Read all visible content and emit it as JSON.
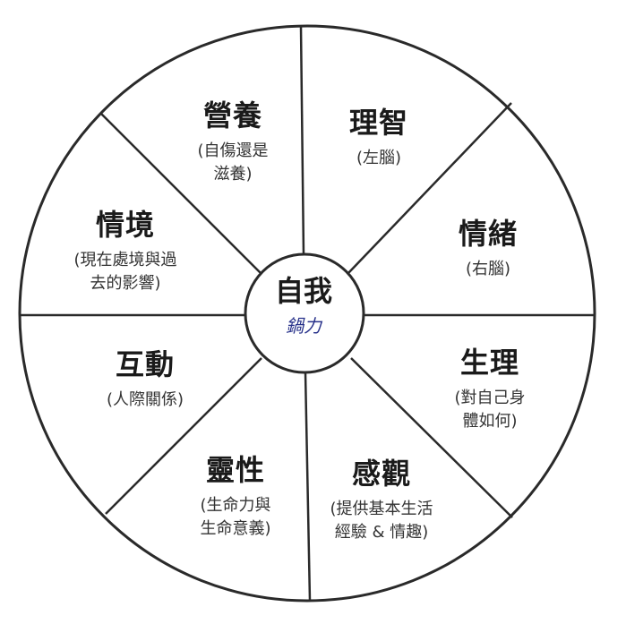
{
  "center": {
    "title": "自我",
    "handwritten": "鍋力"
  },
  "segments": [
    {
      "id": "nutrition",
      "title": "營養",
      "sub": [
        "(自傷還是",
        "滋養)"
      ]
    },
    {
      "id": "reason",
      "title": "理智",
      "sub": [
        "(左腦)"
      ]
    },
    {
      "id": "emotion",
      "title": "情緒",
      "sub": [
        "(右腦)"
      ]
    },
    {
      "id": "physiology",
      "title": "生理",
      "sub": [
        "(對自己身",
        "體如何)"
      ]
    },
    {
      "id": "senses",
      "title": "感觀",
      "sub": [
        "(提供基本生活",
        "經驗 & 情趣)"
      ]
    },
    {
      "id": "spirit",
      "title": "靈性",
      "sub": [
        "(生命力與",
        "生命意義)"
      ]
    },
    {
      "id": "interaction",
      "title": "互動",
      "sub": [
        "(人際關係)"
      ]
    },
    {
      "id": "situation",
      "title": "情境",
      "sub": [
        "(現在處境與過",
        "去的影響)"
      ]
    }
  ],
  "colors": {
    "line": "#2a2a2a",
    "ink": "#1a1a1a",
    "handwriting": "#27318a"
  }
}
